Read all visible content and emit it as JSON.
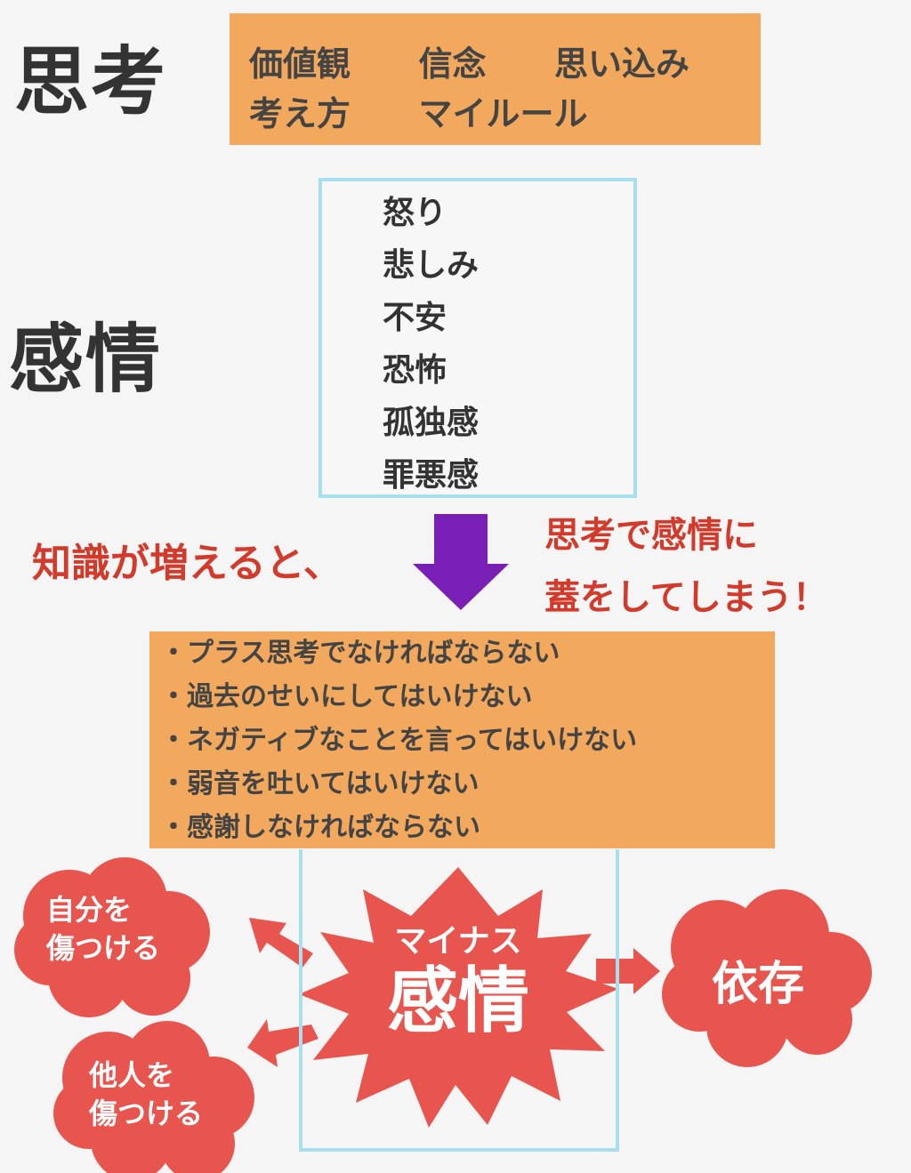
{
  "labels": {
    "thought": "思考",
    "emotion": "感情"
  },
  "thought_box": {
    "row1": [
      "価値観",
      "信念",
      "思い込み"
    ],
    "row2": [
      "考え方",
      "マイルール"
    ]
  },
  "emotions": [
    "怒り",
    "悲しみ",
    "不安",
    "恐怖",
    "孤独感",
    "罪悪感"
  ],
  "middle": {
    "left_text": "知識が増えると、",
    "right_line1": "思考で感情に",
    "right_line2": "蓋をしてしまう！"
  },
  "rules": [
    "・プラス思考でなければならない",
    "・過去のせいにしてはいけない",
    "・ネガティブなことを言ってはいけない",
    "・弱音を吐いてはいけない",
    "・感謝しなければならない"
  ],
  "burst": {
    "line1": "マイナス",
    "line2": "感情"
  },
  "clouds": {
    "self": [
      "自分を",
      "傷つける"
    ],
    "others": [
      "他人を",
      "傷つける"
    ],
    "dependence": "依存"
  },
  "colors": {
    "orange_box": "#f2a95e",
    "light_blue_border": "#a6dff0",
    "red_shape": "#e8554e",
    "red_text": "#d23a2b",
    "purple_arrow": "#7a1fb5"
  }
}
